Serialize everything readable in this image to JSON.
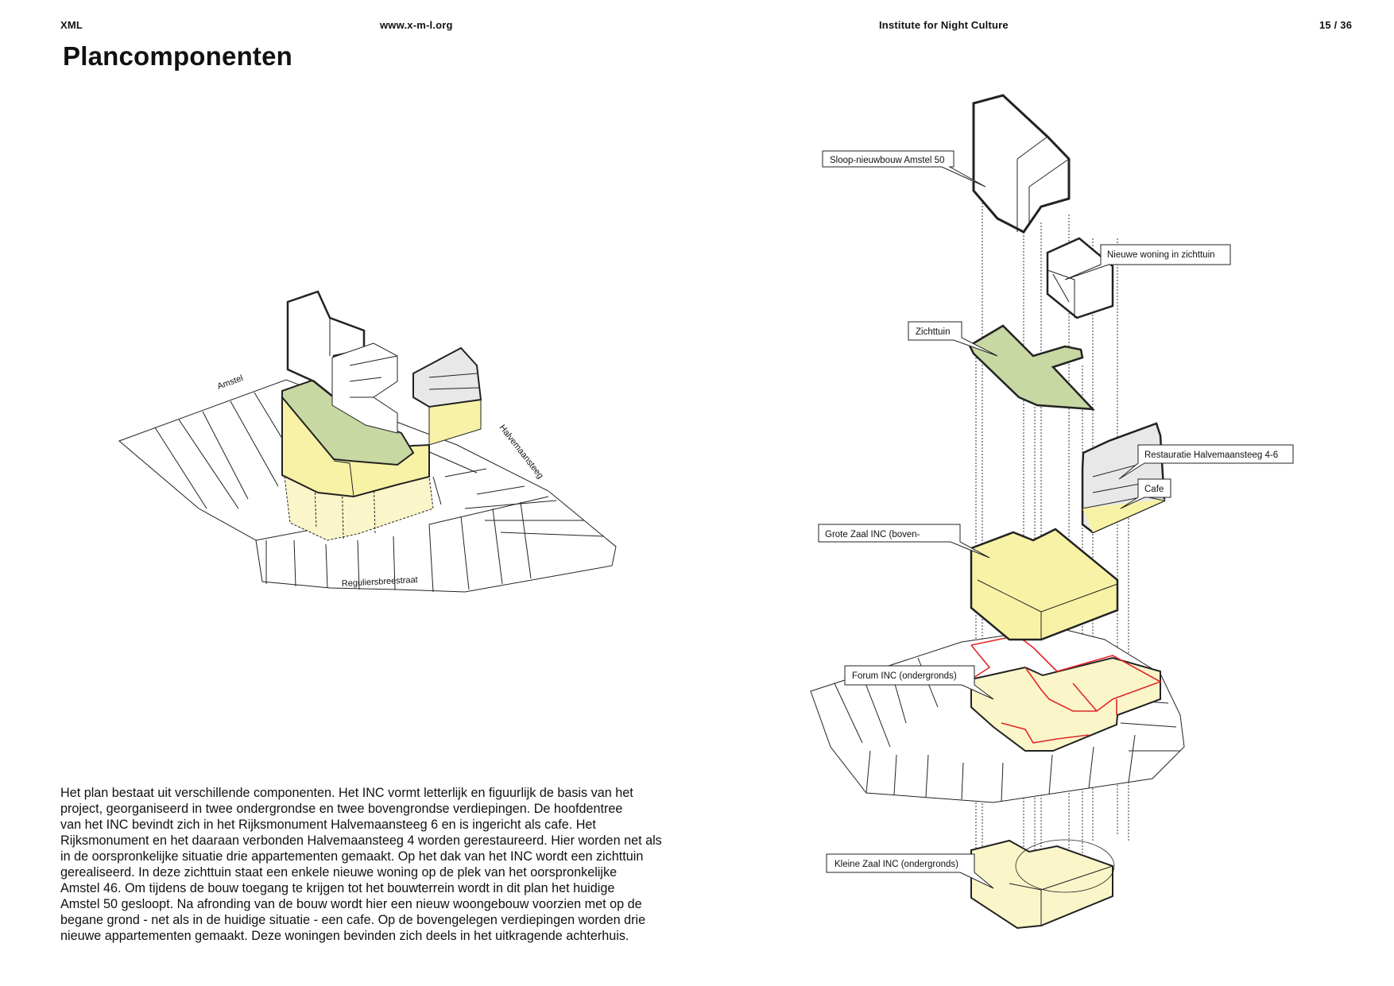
{
  "header": {
    "left": "XML",
    "url": "www.x-m-l.org",
    "institute": "Institute for Night Culture",
    "page": "15 / 36"
  },
  "page_title": "Plancomponenten",
  "body_lines": [
    "Het plan bestaat uit verschillende componenten. Het INC vormt letterlijk en figuurlijk de basis van het",
    "project, georganiseerd in twee ondergrondse en twee bovengrondse verdiepingen. De hoofdentree",
    "van het INC bevindt zich in het Rijksmonument Halvemaansteeg 6 en is ingericht als cafe. Het",
    "Rijksmonument en het daaraan verbonden Halvemaansteeg 4 worden gerestaureerd. Hier worden net als",
    "in de oorspronkelijke situatie drie appartementen gemaakt. Op het dak van het INC wordt een zichttuin",
    "gerealiseerd. In deze zichttuin staat een enkele nieuwe woning op de plek van het oorspronkelijke",
    "Amstel 46. Om tijdens de bouw toegang te krijgen tot het bouwterrein wordt in dit plan het huidige",
    "Amstel 50 gesloopt. Na afronding van de bouw wordt hier een nieuw woongebouw voorzien met op de",
    "begane grond - net als in de huidige situatie - een cafe. Op de bovengelegen verdiepingen worden drie",
    "nieuwe appartementen gemaakt. Deze woningen bevinden zich deels in het uitkragende achterhuis."
  ],
  "streets": {
    "amstel": "Amstel",
    "halvemaansteeg": "Halvemaansteeg",
    "reguliersbreestraat": "Reguliersbreestraat"
  },
  "callouts": {
    "sloop": "Sloop-nieuwbouw Amstel 50",
    "woning": "Nieuwe woning in zichttuin",
    "zichttuin": "Zichttuin",
    "restauratie": "Restauratie Halvemaansteeg 4-6",
    "cafe": "Cafe",
    "grote_zaal": "Grote Zaal INC (boven-",
    "forum": "Forum INC (ondergronds)",
    "kleine_zaal": "Kleine Zaal INC  (ondergronds)"
  },
  "colors": {
    "yellow": "#f8f2a6",
    "light_yellow": "#fbf6c9",
    "green": "#c7d8a2",
    "grey": "#e8e8e8",
    "red_outline": "#e3262b"
  }
}
